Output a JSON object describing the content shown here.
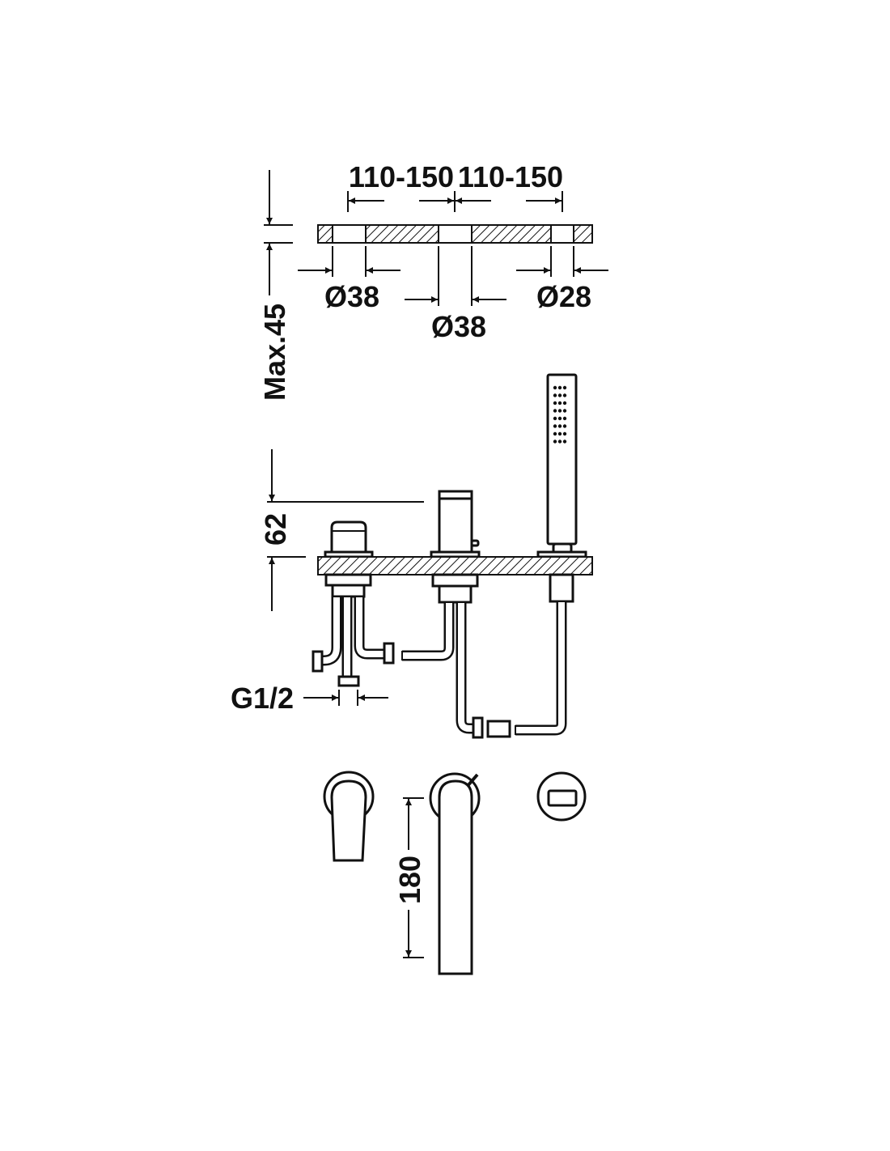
{
  "diagram": {
    "top_view": {
      "spacing_left": "110-150",
      "spacing_right": "110-150",
      "hole_left": "Ø38",
      "hole_middle": "Ø38",
      "hole_right": "Ø28",
      "deck_thickness": "Max.45"
    },
    "side_view": {
      "spout_height": "62",
      "connection": "G1/2"
    },
    "front_view": {
      "spout_length": "180"
    },
    "colors": {
      "line": "#111111",
      "background": "#ffffff"
    }
  }
}
